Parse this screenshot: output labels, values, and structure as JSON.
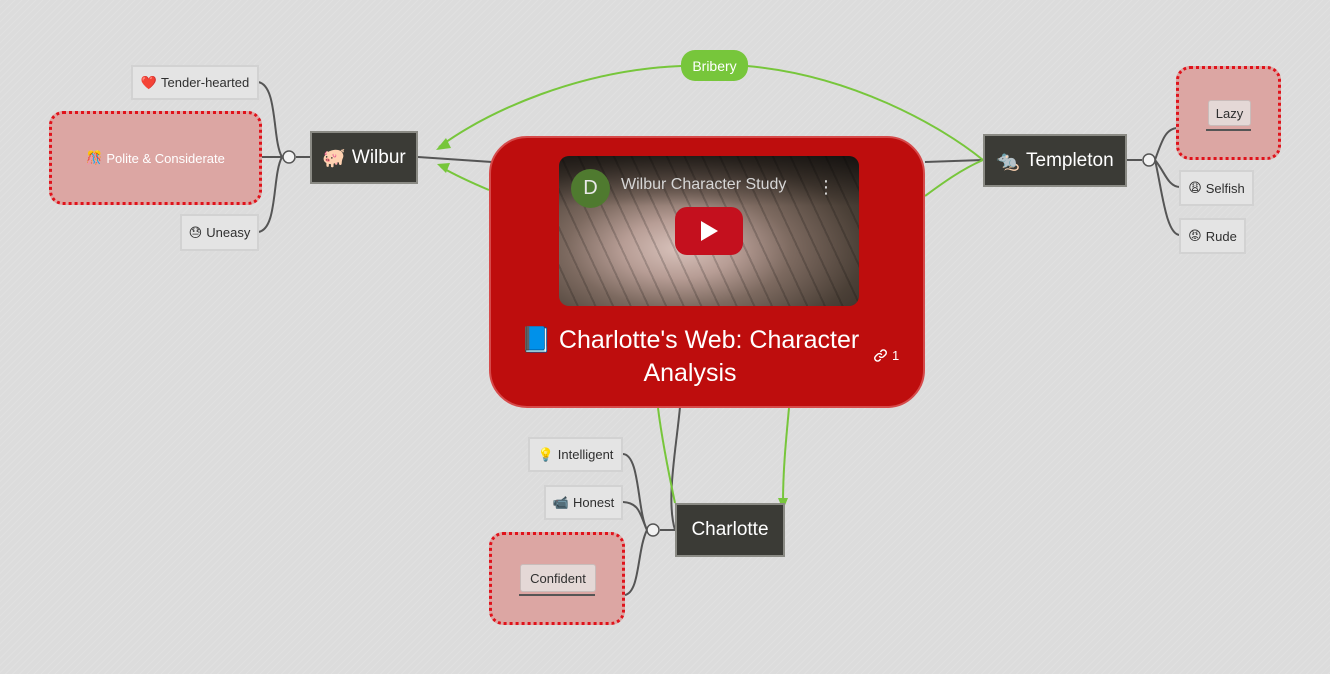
{
  "central": {
    "icon": "📘",
    "title": "Charlotte's Web: Character Analysis",
    "link_count": "1",
    "video": {
      "avatar_letter": "D",
      "title": "Wilbur Character Study",
      "menu_icon": "more-vertical-icon",
      "play_icon": "youtube-play-icon"
    }
  },
  "relationship": {
    "label": "Bribery",
    "color": "#77c63b"
  },
  "topics": {
    "wilbur": {
      "icon": "🐖",
      "label": "Wilbur"
    },
    "templeton": {
      "icon": "🐀",
      "label": "Templeton"
    },
    "charlotte": {
      "label": "Charlotte"
    }
  },
  "traits": {
    "wilbur": [
      {
        "icon": "❤️",
        "label": "Tender-hearted"
      },
      {
        "icon": "🎊",
        "label": "Polite & Considerate"
      },
      {
        "icon": "😓",
        "label": "Uneasy"
      }
    ],
    "templeton": [
      {
        "label": "Lazy"
      },
      {
        "icon": "😩",
        "label": "Selfish"
      },
      {
        "icon": "😡",
        "label": "Rude"
      }
    ],
    "charlotte": [
      {
        "icon": "💡",
        "label": "Intelligent"
      },
      {
        "icon": "📹",
        "label": "Honest"
      },
      {
        "label": "Confident"
      }
    ]
  },
  "colors": {
    "central": "#be0d0d",
    "highlight_fill": "#dca6a3",
    "highlight_border": "#e0121b",
    "topic": "#3b3b36",
    "connector": "#555555"
  }
}
